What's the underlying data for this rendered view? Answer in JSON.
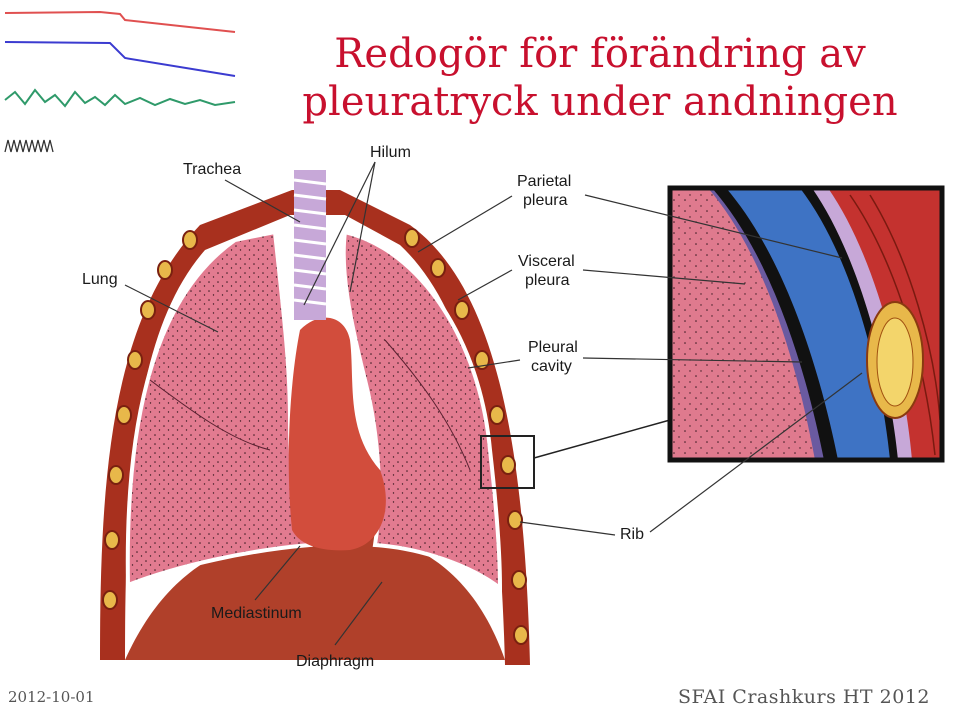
{
  "title": {
    "line1": "Redogör för förändring av",
    "line2": "pleuratryck under andningen"
  },
  "diagram": {
    "labels": {
      "trachea": "Trachea",
      "hilum": "Hilum",
      "lung": "Lung",
      "parietal_1": "Parietal",
      "parietal_2": "pleura",
      "visceral_1": "Visceral",
      "visceral_2": "pleura",
      "pleural_1": "Pleural",
      "pleural_2": "cavity",
      "rib": "Rib",
      "mediastinum": "Mediastinum",
      "diaphragm": "Diaphragm"
    },
    "colors": {
      "lung": "#e07a8f",
      "pleural_cavity": "#3e73c4",
      "rib": "#c4322f",
      "chest_wall": "#a8301e",
      "mediastinum": "#cf4a3a",
      "title": "#c8102e"
    }
  },
  "footer": {
    "date": "2012-10-01",
    "course": "SFAI Crashkurs HT 2012"
  }
}
